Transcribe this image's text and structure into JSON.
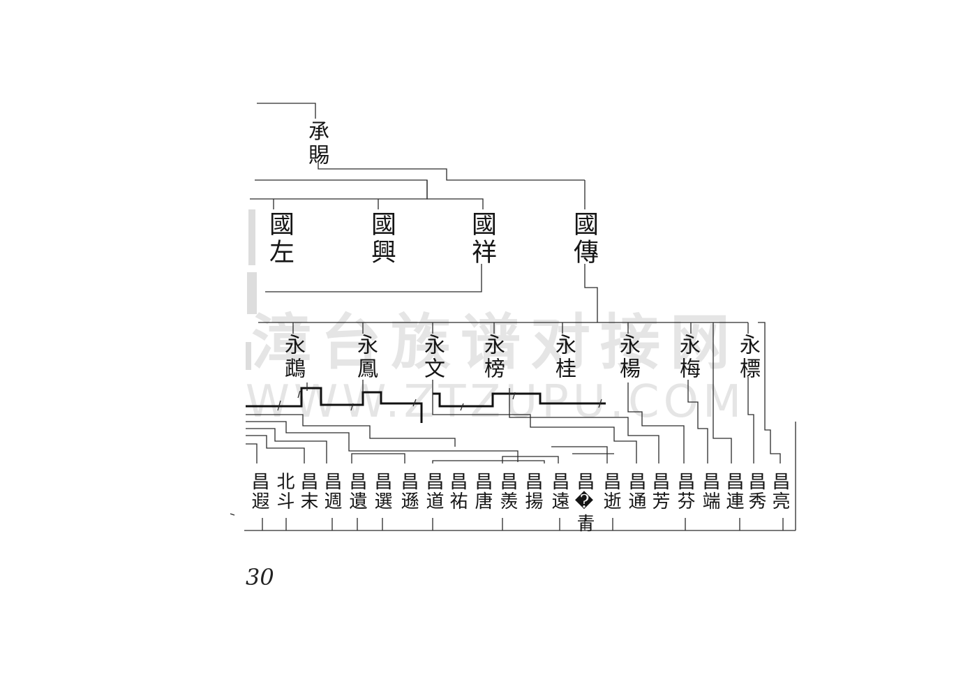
{
  "document": {
    "page_number": "30",
    "watermark": {
      "line1": "漳台族谱对接网",
      "line2": "WWW.ZTZUPU.COM"
    },
    "generation_1": [
      {
        "name": "承賜"
      }
    ],
    "generation_2": [
      {
        "name": "國左"
      },
      {
        "name": "國興"
      },
      {
        "name": "國祥"
      },
      {
        "name": "國傳"
      }
    ],
    "generation_3": [
      {
        "name": "永鵡"
      },
      {
        "name": "永鳳"
      },
      {
        "name": "永文"
      },
      {
        "name": "永榜"
      },
      {
        "name": "永桂"
      },
      {
        "name": "永楊"
      },
      {
        "name": "永梅"
      },
      {
        "name": "永標"
      }
    ],
    "generation_4": [
      {
        "name": "昌遐"
      },
      {
        "name": "北斗"
      },
      {
        "name": "昌末"
      },
      {
        "name": "昌週"
      },
      {
        "name": "昌遺"
      },
      {
        "name": "昌選"
      },
      {
        "name": "昌遜"
      },
      {
        "name": "昌道"
      },
      {
        "name": "昌祐"
      },
      {
        "name": "昌唐"
      },
      {
        "name": "昌羨"
      },
      {
        "name": "昌揚"
      },
      {
        "name": "昌遠"
      },
      {
        "name": "昌�青"
      },
      {
        "name": "昌逝"
      },
      {
        "name": "昌通"
      },
      {
        "name": "昌芳"
      },
      {
        "name": "昌芬"
      },
      {
        "name": "昌端"
      },
      {
        "name": "昌連"
      },
      {
        "name": "昌秀"
      },
      {
        "name": "昌亮"
      }
    ]
  }
}
